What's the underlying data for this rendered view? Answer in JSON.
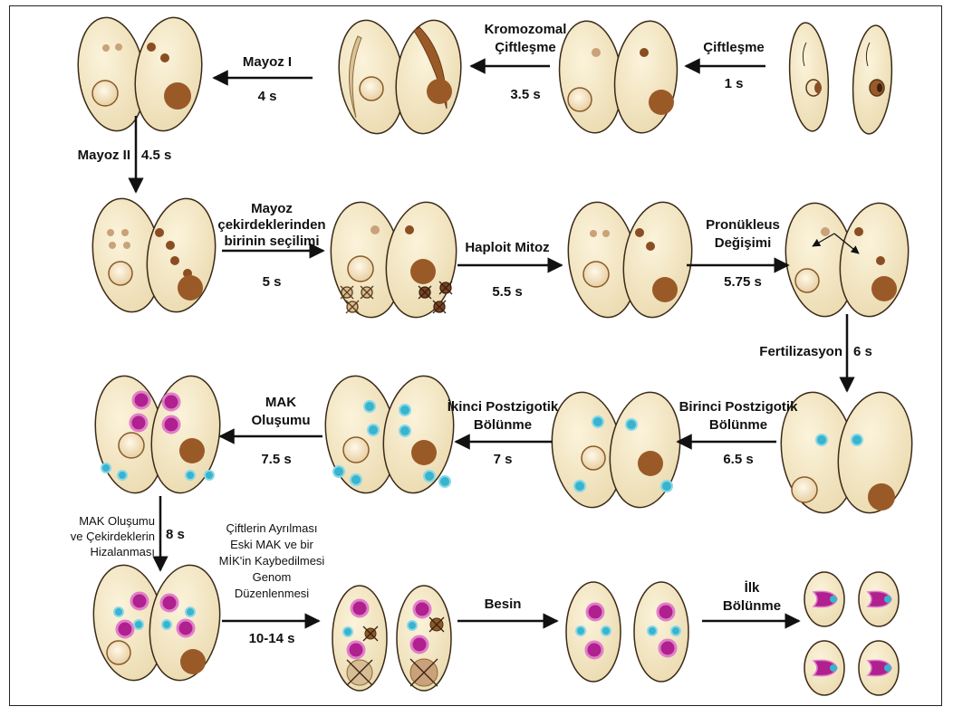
{
  "labels": {
    "kromozomal": "Kromozomal",
    "ciftlesme_a": "Çiftleşme",
    "t_3_5": "3.5 s",
    "ciftlesme_b": "Çiftleşme",
    "t_1": "1 s",
    "mayoz1": "Mayoz I",
    "t_4": "4 s",
    "mayoz2": "Mayoz II",
    "t_4_5": "4.5 s",
    "secim_1": "Mayoz",
    "secim_2": "çekirdeklerinden",
    "secim_3": "birinin seçilimi",
    "t_5": "5 s",
    "haploit": "Haploit Mitoz",
    "t_5_5": "5.5 s",
    "pronukleus_1": "Pronükleus",
    "pronukleus_2": "Değişimi",
    "t_5_75": "5.75 s",
    "fertilizasyon": "Fertilizasyon",
    "t_6": "6 s",
    "birinci_1": "Birinci Postzigotik",
    "birinci_2": "Bölünme",
    "t_6_5": "6.5 s",
    "ikinci_1": "İkinci Postzigotik",
    "ikinci_2": "Bölünme",
    "t_7": "7 s",
    "mak_1": "MAK",
    "mak_2": "Oluşumu",
    "t_7_5": "7.5 s",
    "hiz_1": "MAK Oluşumu",
    "hiz_2": "ve Çekirdeklerin",
    "hiz_3": "Hizalanması",
    "t_8": "8 s",
    "ayr_1": "Çiftlerin Ayrılması",
    "ayr_2": "Eski MAK ve bir",
    "ayr_3": "MİK'in Kaybedilmesi",
    "ayr_4": "Genom",
    "ayr_5": "Düzenlenmesi",
    "t_10_14": "10-14 s",
    "besin": "Besin",
    "ilk_1": "İlk",
    "ilk_2": "Bölünme"
  },
  "colors": {
    "cell_fill": "#f4e8c4",
    "cell_stroke": "#3a2a18",
    "macronucleus": "#9a5a28",
    "micronucleus_light": "#c9a27a",
    "micronucleus_dark": "#8a4e22",
    "magenta": "#b0208f",
    "cyan": "#38b4cc",
    "old_nucleus": "#f3e2c0"
  }
}
